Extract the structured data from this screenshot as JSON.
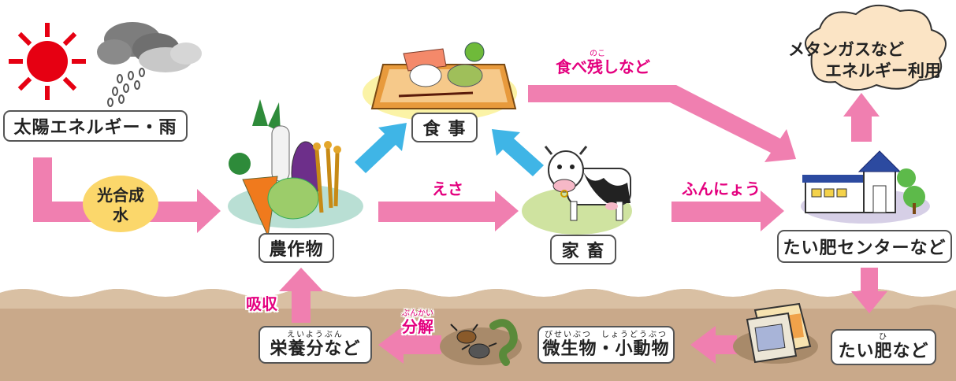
{
  "nodes": {
    "sun_rain": {
      "label": "太陽エネルギー・雨"
    },
    "crops": {
      "label": "農作物"
    },
    "meal": {
      "label": "食 事"
    },
    "livestock": {
      "label": "家 畜"
    },
    "compost_center": {
      "label": "たい肥センターなど"
    },
    "methane": {
      "line1": "メタンガスなど",
      "line2": "エネルギー利用"
    },
    "compost": {
      "ruby": "ひ",
      "label": "たい肥など"
    },
    "microbes": {
      "ruby": "びせいぶつ　しょうどうぶつ",
      "label": "微生物・小動物"
    },
    "nutrients": {
      "ruby": "えいようぶん",
      "label": "栄養分など"
    }
  },
  "arrows": {
    "photosynthesis": {
      "line1": "光合成",
      "line2": "水"
    },
    "leftovers": {
      "ruby": "のこ",
      "label": "食べ残しなど"
    },
    "feed": {
      "label": "えさ"
    },
    "manure": {
      "label": "ふんにょう"
    },
    "decomposition": {
      "ruby": "ぶんかい",
      "label": "分解"
    },
    "absorption": {
      "label": "吸収"
    }
  },
  "colors": {
    "pink_arrow": "#f07fb0",
    "cyan_arrow": "#3fb5e6",
    "accent_text": "#e4007f",
    "soil": "#c9a98a",
    "soil_top": "#d9c0a3",
    "grass_halo": "#cfe3a0",
    "yellow_halo": "#fbf3a6"
  },
  "icons": [
    "sun-icon",
    "rain-cloud-icon",
    "vegetables-icon",
    "meal-tray-icon",
    "cow-icon",
    "compost-center-building-icon",
    "methane-cloud-icon",
    "compost-bags-icon",
    "bugs-worm-icon"
  ]
}
